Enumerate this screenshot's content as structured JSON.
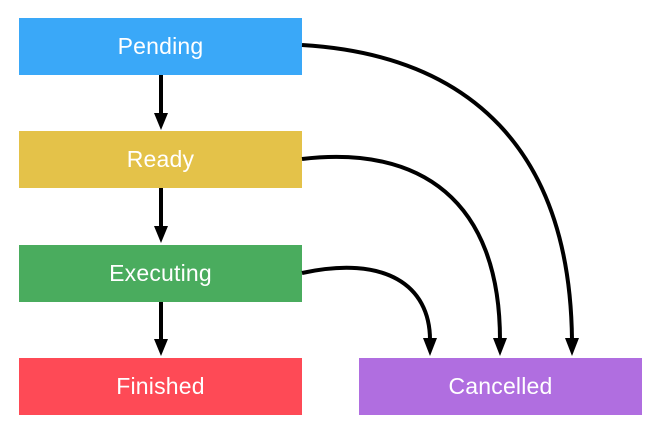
{
  "states": {
    "pending": {
      "label": "Pending",
      "color": "#3aa8f8"
    },
    "ready": {
      "label": "Ready",
      "color": "#e4c249"
    },
    "executing": {
      "label": "Executing",
      "color": "#4aac5e"
    },
    "finished": {
      "label": "Finished",
      "color": "#fe4a56"
    },
    "cancelled": {
      "label": "Cancelled",
      "color": "#b06ee0"
    }
  },
  "transitions": [
    {
      "from": "pending",
      "to": "ready"
    },
    {
      "from": "ready",
      "to": "executing"
    },
    {
      "from": "executing",
      "to": "finished"
    },
    {
      "from": "pending",
      "to": "cancelled"
    },
    {
      "from": "ready",
      "to": "cancelled"
    },
    {
      "from": "executing",
      "to": "cancelled"
    }
  ]
}
